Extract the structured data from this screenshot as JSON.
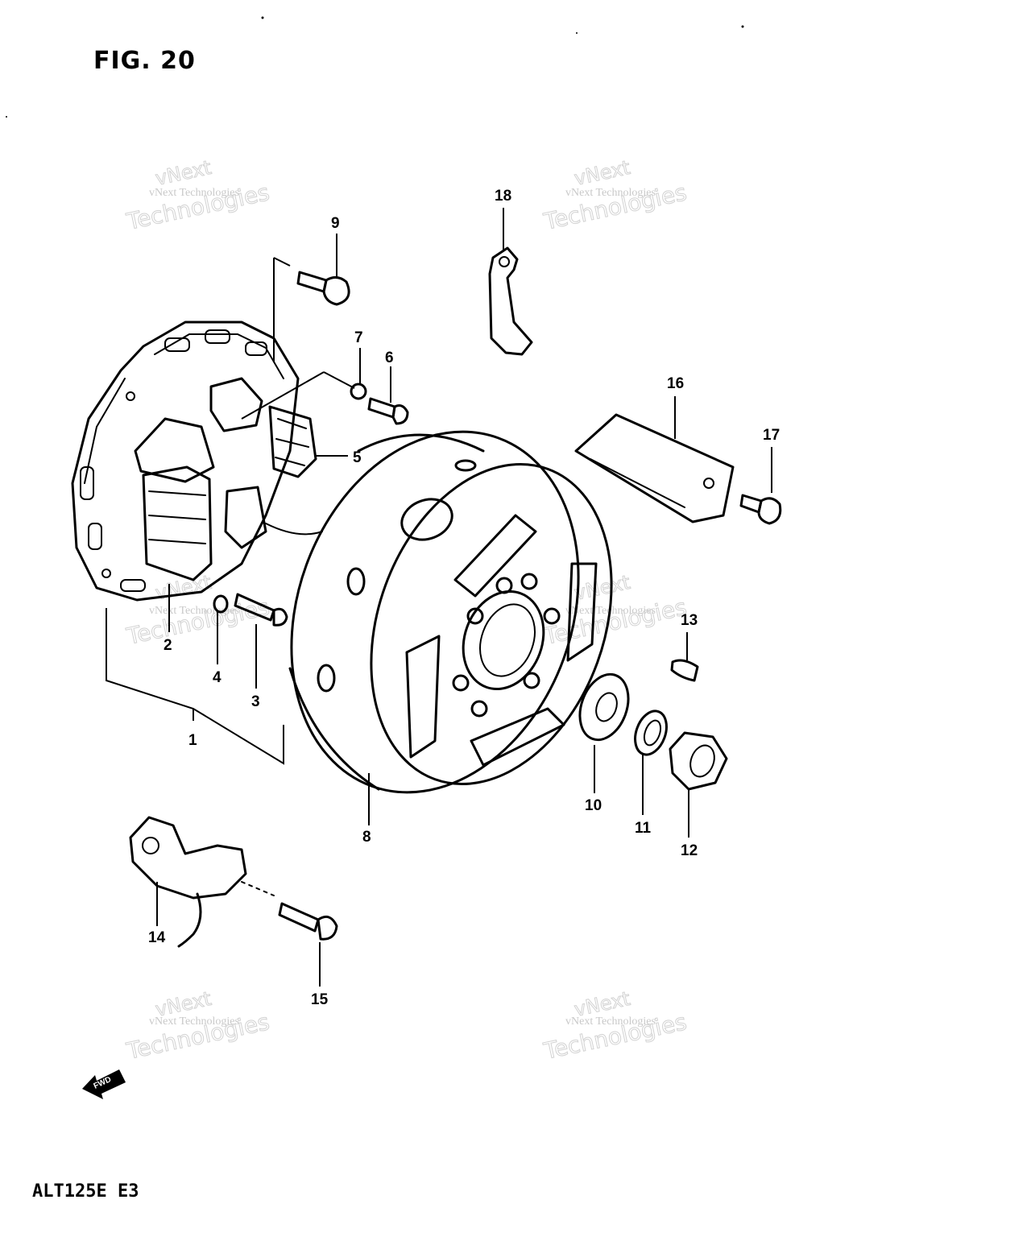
{
  "figure": {
    "title": "FIG. 20",
    "model_code": "ALT125E  E3"
  },
  "fwd_arrow": {
    "label": "FWD"
  },
  "watermark": {
    "line1": "vNext Technologies",
    "line2": "vNext",
    "line3": "Technologies"
  },
  "callouts": [
    "1",
    "2",
    "3",
    "4",
    "5",
    "6",
    "7",
    "8",
    "9",
    "10",
    "11",
    "12",
    "13",
    "14",
    "15",
    "16",
    "17",
    "18"
  ]
}
